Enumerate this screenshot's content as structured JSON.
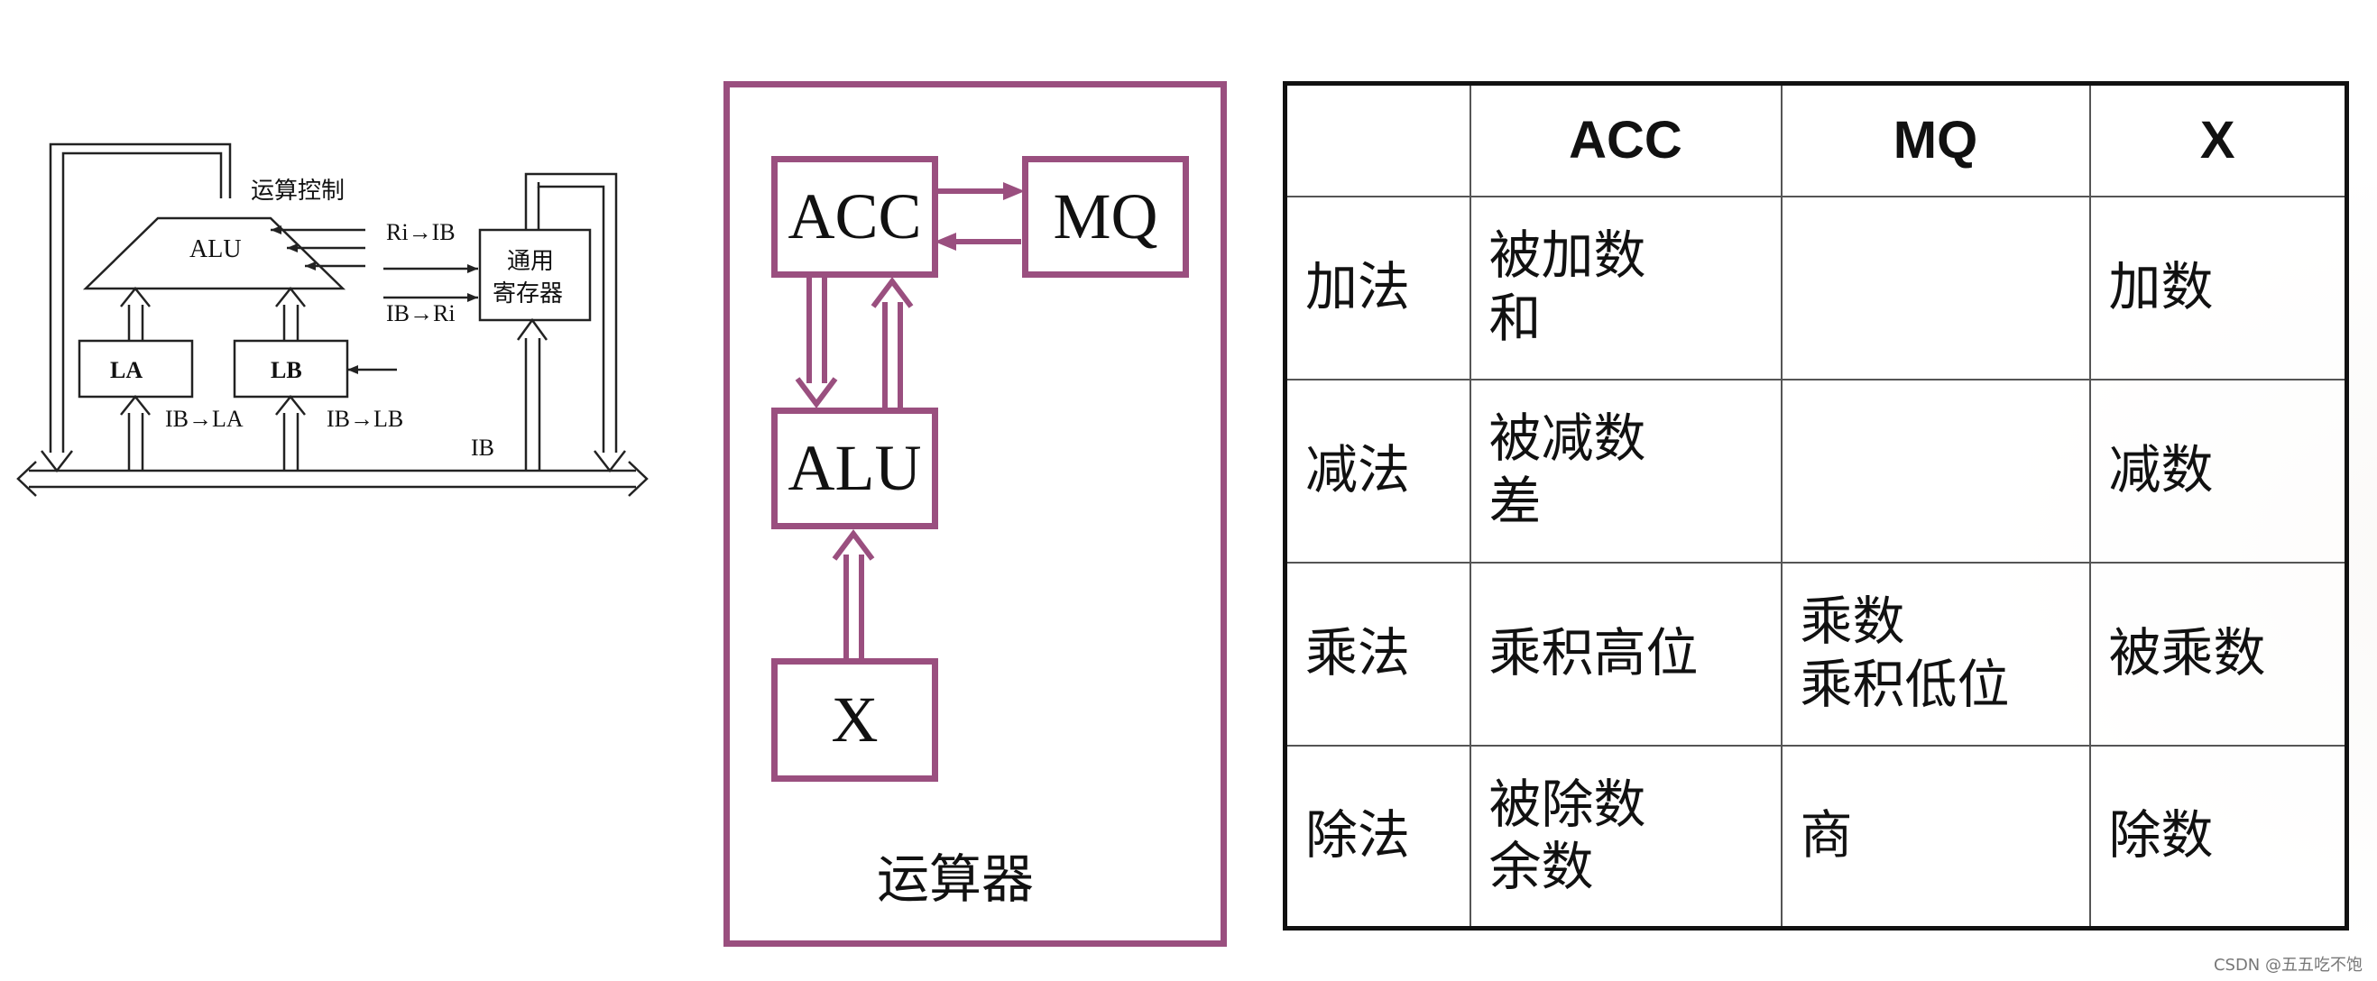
{
  "left_diagram": {
    "alu": "ALU",
    "la": "LA",
    "lb": "LB",
    "control_label": "运算控制",
    "ri_to_ib": "Ri→IB",
    "ib_to_ri": "IB→Ri",
    "gpr_line1": "通用",
    "gpr_line2": "寄存器",
    "ib_to_la": "IB→LA",
    "ib_to_lb": "IB→LB",
    "bus_label": "IB"
  },
  "center_diagram": {
    "acc": "ACC",
    "mq": "MQ",
    "alu": "ALU",
    "x": "X",
    "caption": "运算器",
    "colors": {
      "border": "#9a4f7f"
    }
  },
  "table": {
    "headers": [
      "",
      "ACC",
      "MQ",
      "X"
    ],
    "rows": [
      {
        "op": "加法",
        "acc": [
          "被加数",
          "和"
        ],
        "mq": [],
        "x": [
          "加数"
        ]
      },
      {
        "op": "减法",
        "acc": [
          "被减数",
          "差"
        ],
        "mq": [],
        "x": [
          "减数"
        ]
      },
      {
        "op": "乘法",
        "acc": [
          "乘积高位"
        ],
        "mq": [
          "乘数",
          "乘积低位"
        ],
        "x": [
          "被乘数"
        ]
      },
      {
        "op": "除法",
        "acc": [
          "被除数",
          "余数"
        ],
        "mq": [
          "商"
        ],
        "x": [
          "除数"
        ]
      }
    ]
  },
  "watermark": "CSDN @五五吃不饱"
}
